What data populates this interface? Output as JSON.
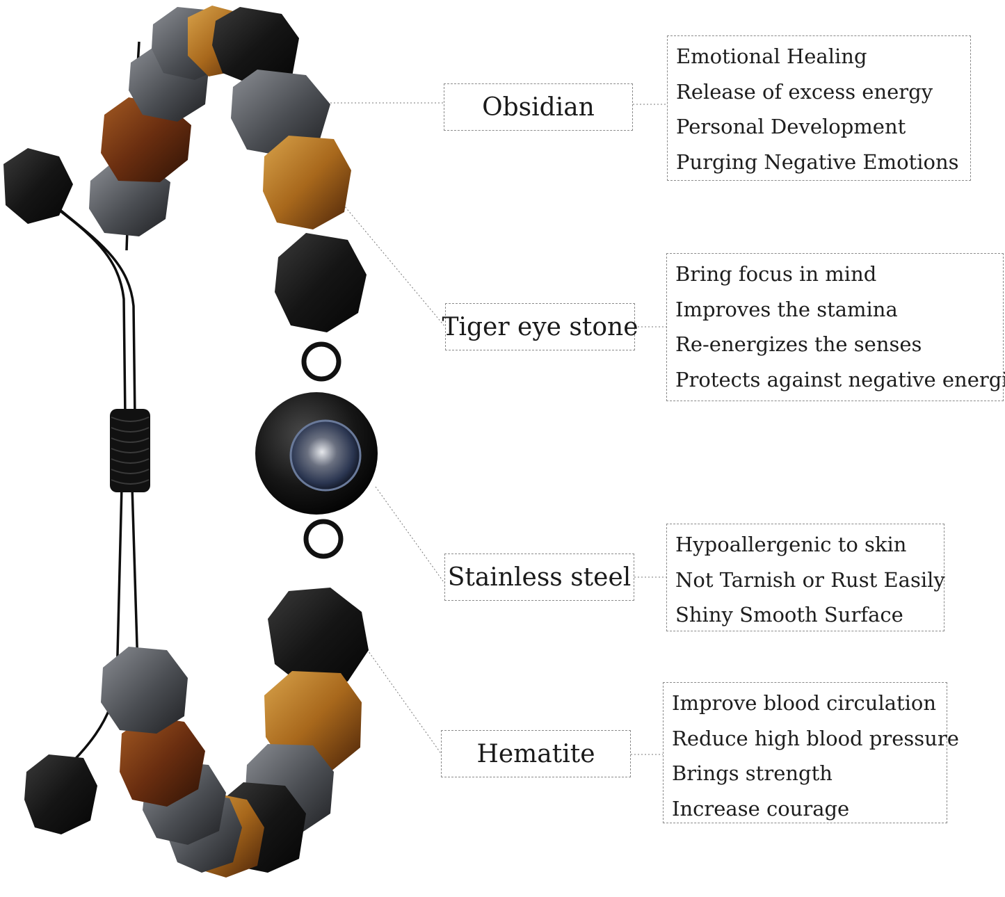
{
  "sections": [
    {
      "material": "Obsidian",
      "benefits": [
        "Emotional Healing",
        "Release of excess energy",
        "Personal Development",
        "Purging Negative Emotions"
      ]
    },
    {
      "material": "Tiger eye stone",
      "benefits": [
        "Bring focus in mind",
        "Improves the stamina",
        "Re-energizes the senses",
        "Protects against negative energies"
      ]
    },
    {
      "material": "Stainless steel",
      "benefits": [
        "Hypoallergenic to skin",
        "Not Tarnish or Rust Easily",
        "Shiny Smooth Surface"
      ]
    },
    {
      "material": "Hematite",
      "benefits": [
        "Improve blood circulation",
        "Reduce high blood pressure",
        "Brings strength",
        "Increase courage"
      ]
    }
  ],
  "colors": {
    "obsidian": "#1b1b1b",
    "hematite": "#5a5d63",
    "tiger_eye": "#b0741f",
    "tiger_eye_dark": "#6a3412",
    "cord": "#0e0e0e",
    "box_border": "#8a8a8a"
  }
}
